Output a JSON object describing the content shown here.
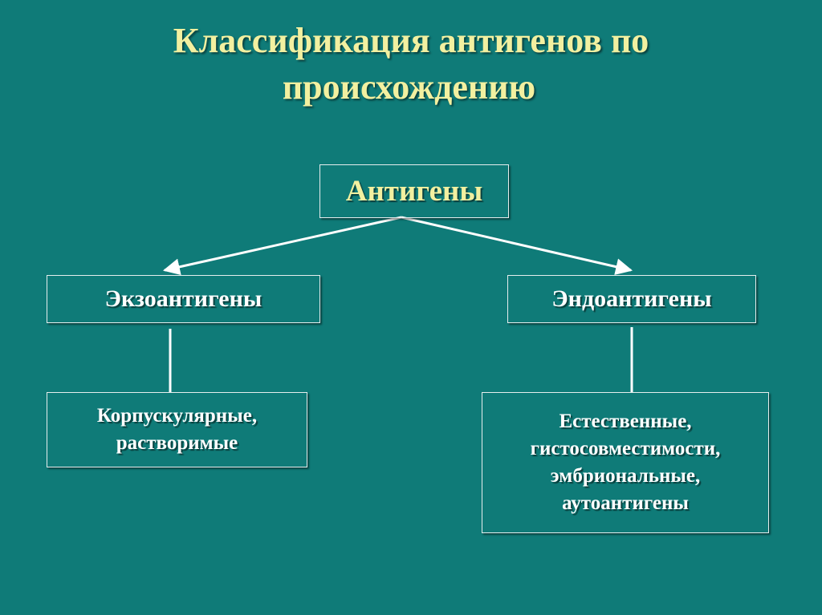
{
  "title": {
    "line1": "Классификация антигенов по",
    "line2": "происхождению"
  },
  "diagram": {
    "root": "Антигены",
    "exo": "Экзоантигены",
    "endo": "Эндоантигены",
    "exo_child": "Корпускулярные,\nрастворимые",
    "endo_child": "Естественные,\nгистосовместимости,\nэмбриональные,\nаутоантигены"
  },
  "colors": {
    "background": "#0f7b78",
    "title_text": "#f2f0a0",
    "box_text": "#ffffff",
    "lines": "#ffffff"
  }
}
